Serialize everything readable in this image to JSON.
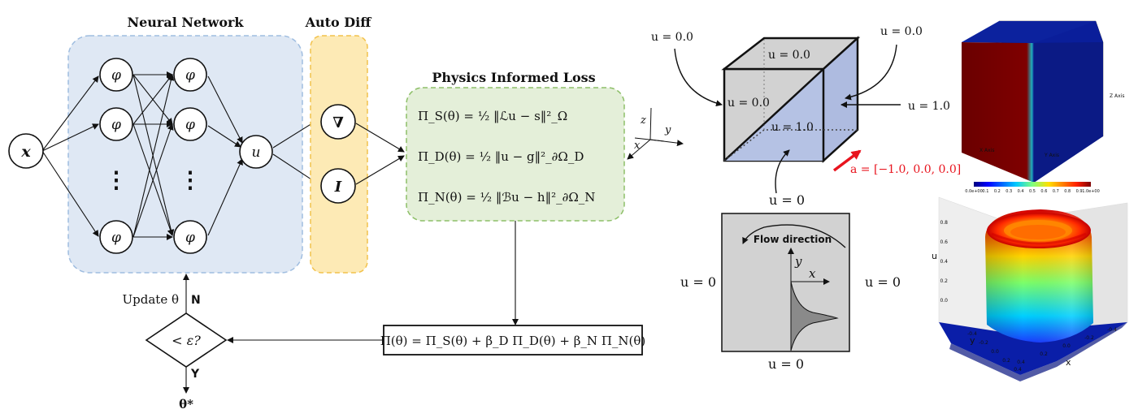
{
  "network": {
    "title": "Neural Network",
    "input_label": "x",
    "hidden_node_label": "φ",
    "ellipsis": "⋮",
    "output_label": "u"
  },
  "autodiff": {
    "title": "Auto Diff",
    "grad_label": "∇",
    "identity_label": "I"
  },
  "loss": {
    "title": "Physics Informed Loss",
    "eq_s": "Π_S(θ) = ½ ‖ℒu − s‖²_Ω",
    "eq_d": "Π_D(θ) = ½ ‖u − g‖²_∂Ω_D",
    "eq_n": "Π_N(θ) = ½ ‖ℬu − h‖²_∂Ω_N",
    "total": "Π(θ) = Π_S(θ) + β_D Π_D(θ) + β_N Π_N(θ)"
  },
  "decision": {
    "label": "< ε?",
    "no_label": "N",
    "yes_label": "Y",
    "update_label": "Update θ",
    "result_label": "θ*"
  },
  "axes_glyph": {
    "z": "z",
    "y": "y",
    "x": "x"
  },
  "cube": {
    "top_label": "u = 0.0",
    "left_outer_label": "u = 0.0",
    "right_outer_label": "u = 0.0",
    "inner_left_label": "u = 0.0",
    "inner_label": "u = 1.0",
    "right_label": "u = 1.0",
    "bottom_label": "u = 0",
    "velocity_label": "a = [−1.0, 0.0, 0.0]",
    "velocity_color": "#e8141e"
  },
  "flow_box": {
    "title": "Flow direction",
    "left_label": "u = 0",
    "right_label": "u = 0",
    "bottom_label": "u = 0",
    "x_axis": "x",
    "y_axis": "y"
  },
  "heat_cube": {
    "colorbar_ticks": [
      "0.0e+00",
      "0.1",
      "0.2",
      "0.3",
      "0.4",
      "0.5",
      "0.6",
      "0.7",
      "0.8",
      "0.9",
      "1.0e+00"
    ],
    "axis_x": "X Axis",
    "axis_y": "Y Axis",
    "axis_z": "Z Axis"
  },
  "surface_plot": {
    "z_axis_label": "u",
    "x_axis_label": "x",
    "y_axis_label": "y",
    "z_ticks": [
      "0.0",
      "0.2",
      "0.4",
      "0.6",
      "0.8"
    ],
    "x_ticks": [
      "0.4",
      "0.2",
      "0.0",
      "-0.2",
      "-0.4"
    ],
    "y_ticks": [
      "-0.4",
      "-0.2",
      "0.0",
      "0.2",
      "0.4"
    ]
  },
  "colors": {
    "network_bg": "#dfe8f4",
    "network_border": "#9fbde0",
    "autodiff_bg": "#fdeab5",
    "autodiff_border": "#f2c24c",
    "loss_bg": "#e4efd9",
    "loss_border": "#8dbf68",
    "cube_front": "#d2d2d2",
    "cube_blue": "#aebbe0",
    "heat_dark_red": "#7f0000",
    "heat_dark_blue": "#0a1a8a"
  }
}
